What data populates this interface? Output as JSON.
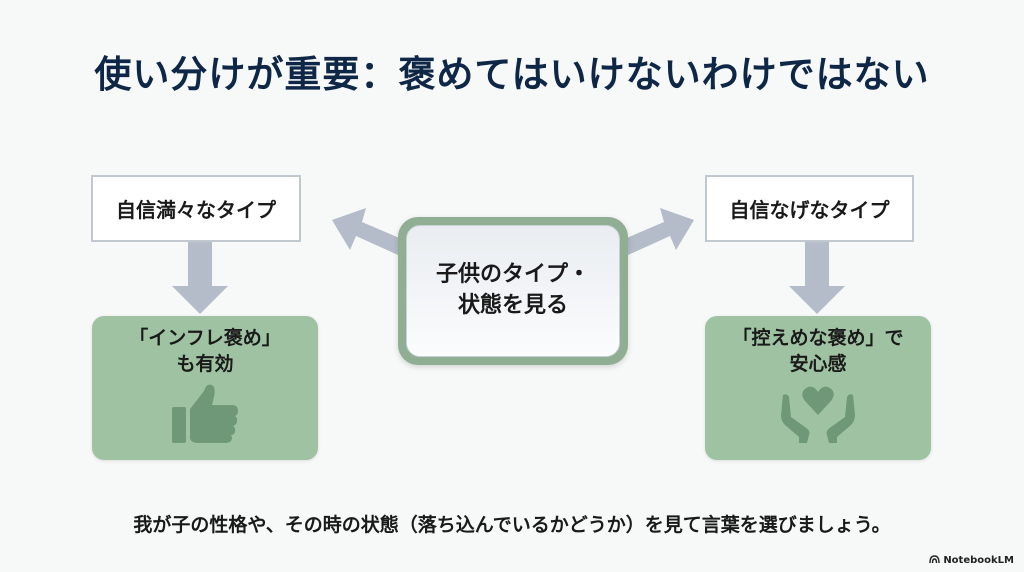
{
  "title": "使い分けが重要：褒めてはいけないわけではない",
  "center": {
    "line1": "子供のタイプ・",
    "line2": "状態を見る"
  },
  "left": {
    "type_label": "自信満々なタイプ",
    "advice_line1": "「インフレ褒め」",
    "advice_line2": "も有効",
    "icon": "thumbs-up-icon"
  },
  "right": {
    "type_label": "自信なげなタイプ",
    "advice_line1": "「控えめな褒め」で",
    "advice_line2": "安心感",
    "icon": "heart-in-hands-icon"
  },
  "footer": "我が子の性格や、その時の状態（落ち込んでいるかどうか）を見て言葉を選びましょう。",
  "brand": "NotebookLM",
  "colors": {
    "title": "#0f2747",
    "green_box": "#9fc3a2",
    "arrow": "#b3bcc8",
    "icon": "#6e9878"
  }
}
